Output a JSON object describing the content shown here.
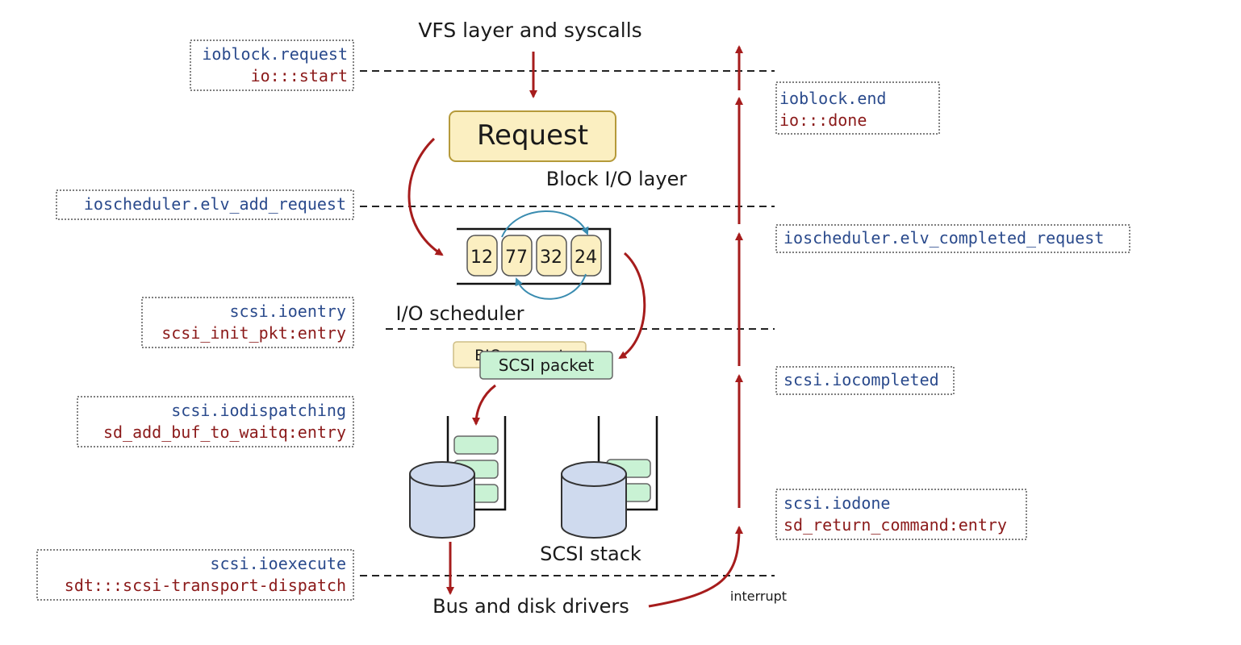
{
  "layers": {
    "vfs": "VFS layer and syscalls",
    "block_io": "Block I/O layer",
    "io_scheduler": "I/O scheduler",
    "scsi_stack": "SCSI stack",
    "bus_drivers": "Bus and disk drivers",
    "interrupt": "interrupt"
  },
  "request_label": "Request",
  "queue": [
    "12",
    "77",
    "32",
    "24"
  ],
  "bio_request": "BIO request",
  "scsi_packet": "SCSI packet",
  "probes_left": [
    {
      "blue": "ioblock.request",
      "red": "io:::start"
    },
    {
      "blue": "ioscheduler.elv_add_request",
      "red": ""
    },
    {
      "blue": "scsi.ioentry",
      "red": "scsi_init_pkt:entry"
    },
    {
      "blue": "scsi.iodispatching",
      "red": "sd_add_buf_to_waitq:entry"
    },
    {
      "blue": "scsi.ioexecute",
      "red": "sdt:::scsi-transport-dispatch"
    }
  ],
  "probes_right": [
    {
      "blue": "ioblock.end",
      "red": "io:::done"
    },
    {
      "blue": "ioscheduler.elv_completed_request",
      "red": ""
    },
    {
      "blue": "scsi.iocompleted",
      "red": ""
    },
    {
      "blue": "scsi.iodone",
      "red": "sd_return_command:entry"
    }
  ],
  "colors": {
    "arrow": "#a61c1c",
    "probe_blue": "#2a4a8c",
    "probe_red": "#8b1a1a",
    "request_fill": "#fbefc1",
    "packet_fill": "#c9f2d4",
    "disk_fill": "#cfdaee"
  }
}
